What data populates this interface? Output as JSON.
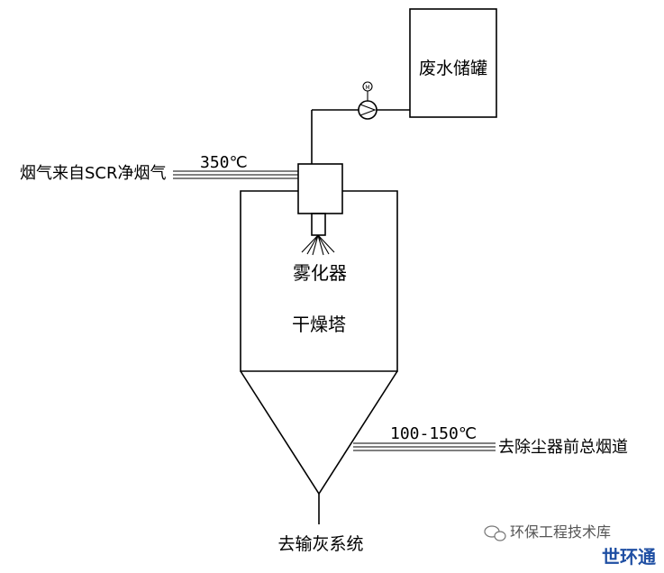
{
  "labels": {
    "tank": "废水储罐",
    "inlet": "烟气来自SCR净烟气",
    "inlet_temp": "350℃",
    "atomizer": "雾化器",
    "tower": "干燥塔",
    "outlet_temp": "100-150℃",
    "outlet": "去除尘器前总烟道",
    "ash": "去输灰系统",
    "pump_mark": "M"
  },
  "watermark": {
    "text": "环保工程技术库",
    "icon": "wechat-icon"
  },
  "brand": {
    "text": "世环通",
    "color": "#1f4fa3"
  }
}
